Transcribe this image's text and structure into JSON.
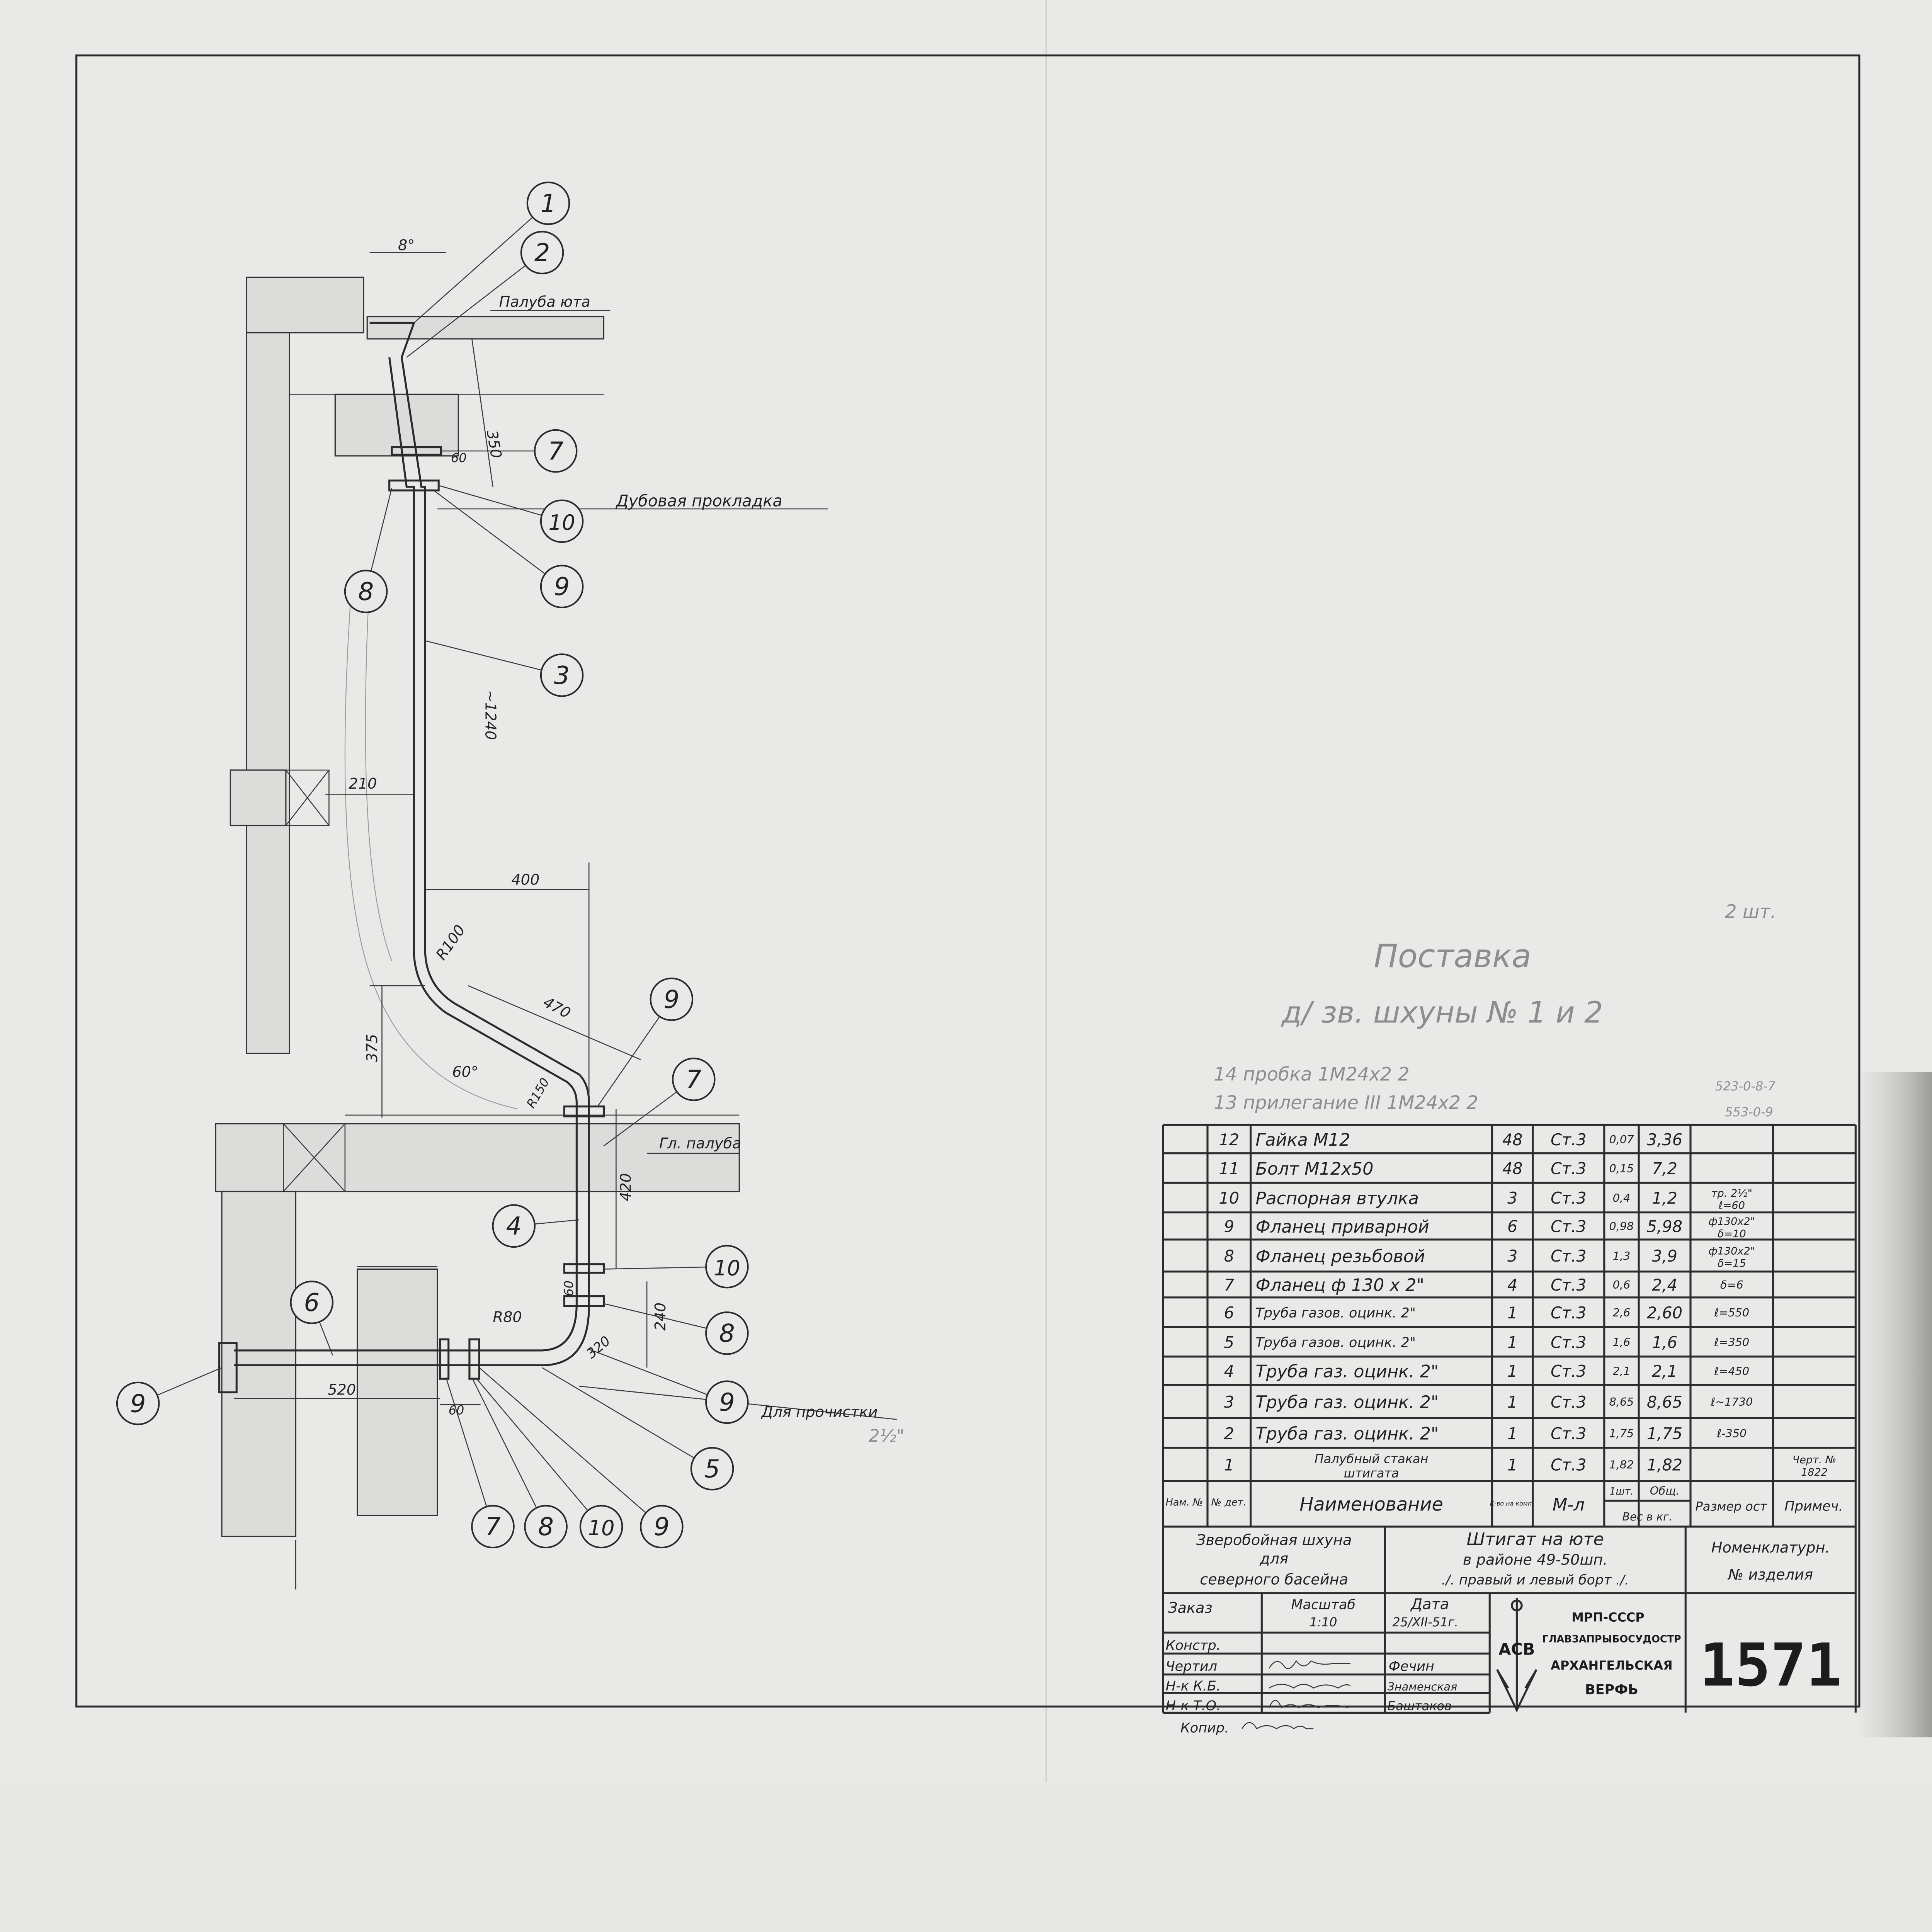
{
  "drawing": {
    "labels": {
      "poop_deck": "Палуба юта",
      "oak_gasket": "Дубовая прокладка",
      "main_deck": "Гл. палуба",
      "for_cleaning": "Для прочистки"
    },
    "callouts": [
      "1",
      "2",
      "7",
      "10",
      "9",
      "8",
      "3",
      "9",
      "7",
      "10",
      "8",
      "9",
      "5",
      "4",
      "6",
      "9",
      "7",
      "8",
      "10",
      "9"
    ],
    "dimensions": {
      "angle_top": "8°",
      "d350": "350",
      "d60_top": "60",
      "d1240": "~1240",
      "d210": "210",
      "d400": "400",
      "r100": "R100",
      "d470": "470",
      "d375": "375",
      "angle60": "60°",
      "r150": "R150",
      "d420": "420",
      "d60_mid": "60",
      "d240": "240",
      "r80": "R80",
      "d320": "320",
      "d520": "520",
      "d60_bottom": "60"
    },
    "pencil_notes": {
      "qty": "2 шт.",
      "supply": "Поставка",
      "for_schooners": "д/ зв. шхуны № 1 и 2",
      "item14": "14 пробка 1М24х2 2",
      "item13": "13 прилегание III 1М24х2 2",
      "ref1": "523-0-8-7",
      "ref2": "553-0-9",
      "pipe_size": "2½\""
    }
  },
  "parts_table": {
    "rows": [
      {
        "pos": "12",
        "name": "Гайка М12",
        "qty": "48",
        "material": "Ст.3",
        "w_unit": "0,07",
        "w_total": "3,36",
        "size": "",
        "note": ""
      },
      {
        "pos": "11",
        "name": "Болт  М12х50",
        "qty": "48",
        "material": "Ст.3",
        "w_unit": "0,15",
        "w_total": "7,2",
        "size": "",
        "note": ""
      },
      {
        "pos": "10",
        "name": "Распорная втулка",
        "qty": "3",
        "material": "Ст.3",
        "w_unit": "0,4",
        "w_total": "1,2",
        "size": "тр. 2½\" ℓ=60",
        "note": ""
      },
      {
        "pos": "9",
        "name": "Фланец приварной",
        "qty": "6",
        "material": "Ст.3",
        "w_unit": "0,98",
        "w_total": "5,98",
        "size": "ф130х2\" δ=10",
        "note": ""
      },
      {
        "pos": "8",
        "name": "Фланец резьбовой",
        "qty": "3",
        "material": "Ст.3",
        "w_unit": "1,3",
        "w_total": "3,9",
        "size": "ф130х2\" δ=15",
        "note": ""
      },
      {
        "pos": "7",
        "name": "Фланец ф 130 х 2\"",
        "qty": "4",
        "material": "Ст.3",
        "w_unit": "0,6",
        "w_total": "2,4",
        "size": "δ=6",
        "note": ""
      },
      {
        "pos": "6",
        "name": "Труба газов. оцинк. 2\"",
        "qty": "1",
        "material": "Ст.3",
        "w_unit": "2,6",
        "w_total": "2,60",
        "size": "ℓ=550",
        "note": ""
      },
      {
        "pos": "5",
        "name": "Труба газов. оцинк. 2\"",
        "qty": "1",
        "material": "Ст.3",
        "w_unit": "1,6",
        "w_total": "1,6",
        "size": "ℓ=350",
        "note": ""
      },
      {
        "pos": "4",
        "name": "Труба газ. оцинк. 2\"",
        "qty": "1",
        "material": "Ст.3",
        "w_unit": "2,1",
        "w_total": "2,1",
        "size": "ℓ=450",
        "note": ""
      },
      {
        "pos": "3",
        "name": "Труба газ. оцинк. 2\"",
        "qty": "1",
        "material": "Ст.3",
        "w_unit": "8,65",
        "w_total": "8,65",
        "size": "ℓ~1730",
        "note": ""
      },
      {
        "pos": "2",
        "name": "Труба газ. оцинк. 2\"",
        "qty": "1",
        "material": "Ст.3",
        "w_unit": "1,75",
        "w_total": "1,75",
        "size": "ℓ-350",
        "note": ""
      },
      {
        "pos": "1",
        "name": "Палубный стакан штигата",
        "qty": "1",
        "material": "Ст.3",
        "w_unit": "1,82",
        "w_total": "1,82",
        "size": "",
        "note": "Черт. № 1822"
      }
    ],
    "header": {
      "nom_no": "Нам. №",
      "det_no": "№ дет.",
      "name": "Наименование",
      "qty": "К-во на комп.",
      "material": "М-л",
      "w_unit": "1шт.",
      "w_total": "Общ.",
      "weight": "Вес в кг.",
      "size": "Размер ост",
      "note": "Примеч."
    }
  },
  "title_block": {
    "vessel": [
      "Зверобойная шхуна",
      "для",
      "северного басейна"
    ],
    "title": [
      "Штигат на юте",
      "в районе  49-50шп.",
      "./. правый и левый борт ./."
    ],
    "nomenclature": [
      "Номенклатурн.",
      "№    изделия"
    ],
    "order_label": "Заказ",
    "scale_label": "Масштаб",
    "scale": "1:10",
    "date_label": "Дата",
    "date": "25/XII-51г.",
    "designer_label": "Констр.",
    "drafter_label": "Чертил",
    "drafter": "Фечин",
    "kb_head_label": "Н-к К.Б.",
    "kb_head": "Знаменская",
    "to_head_label": "Н-к Т.О.",
    "to_head": "Баштаков",
    "copied_label": "Копир.",
    "org": [
      "МРП-СССР",
      "ГЛАВЗАПРЫБОСУДОСТР",
      "АРХАНГЕЛЬСКАЯ",
      "ВЕРФЬ"
    ],
    "logo_letters": "АСВ",
    "drawing_number": "1571"
  }
}
